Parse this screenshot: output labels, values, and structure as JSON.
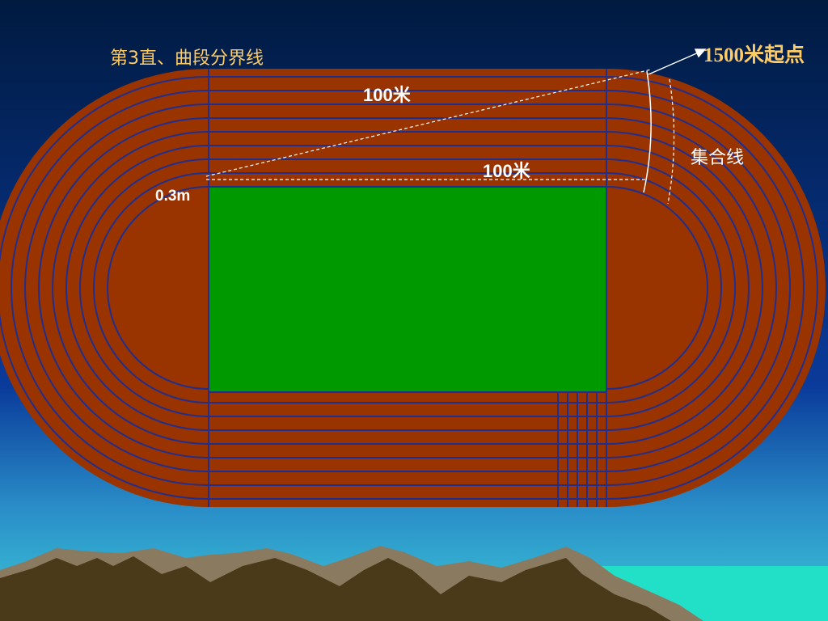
{
  "labels": {
    "divider_line": "第3直、曲段分界线",
    "start_point": "1500米起点",
    "distance_top": "100米",
    "distance_mid": "100米",
    "gathering_line": "集合线",
    "offset": "0.3m"
  },
  "colors": {
    "sky_top": "#001a40",
    "sky_mid": "#0a3a9a",
    "sky_low": "#2a8ec8",
    "sky_horizon": "#3cc8d8",
    "track": "#993300",
    "lane_line": "#1f2f8f",
    "field": "#009900",
    "label_yellow": "#ffcc66",
    "label_white": "#ffffff",
    "sea": "#22e0c8",
    "mountain_dark": "#4a3a1a",
    "mountain_light": "#8a7a60"
  }
}
